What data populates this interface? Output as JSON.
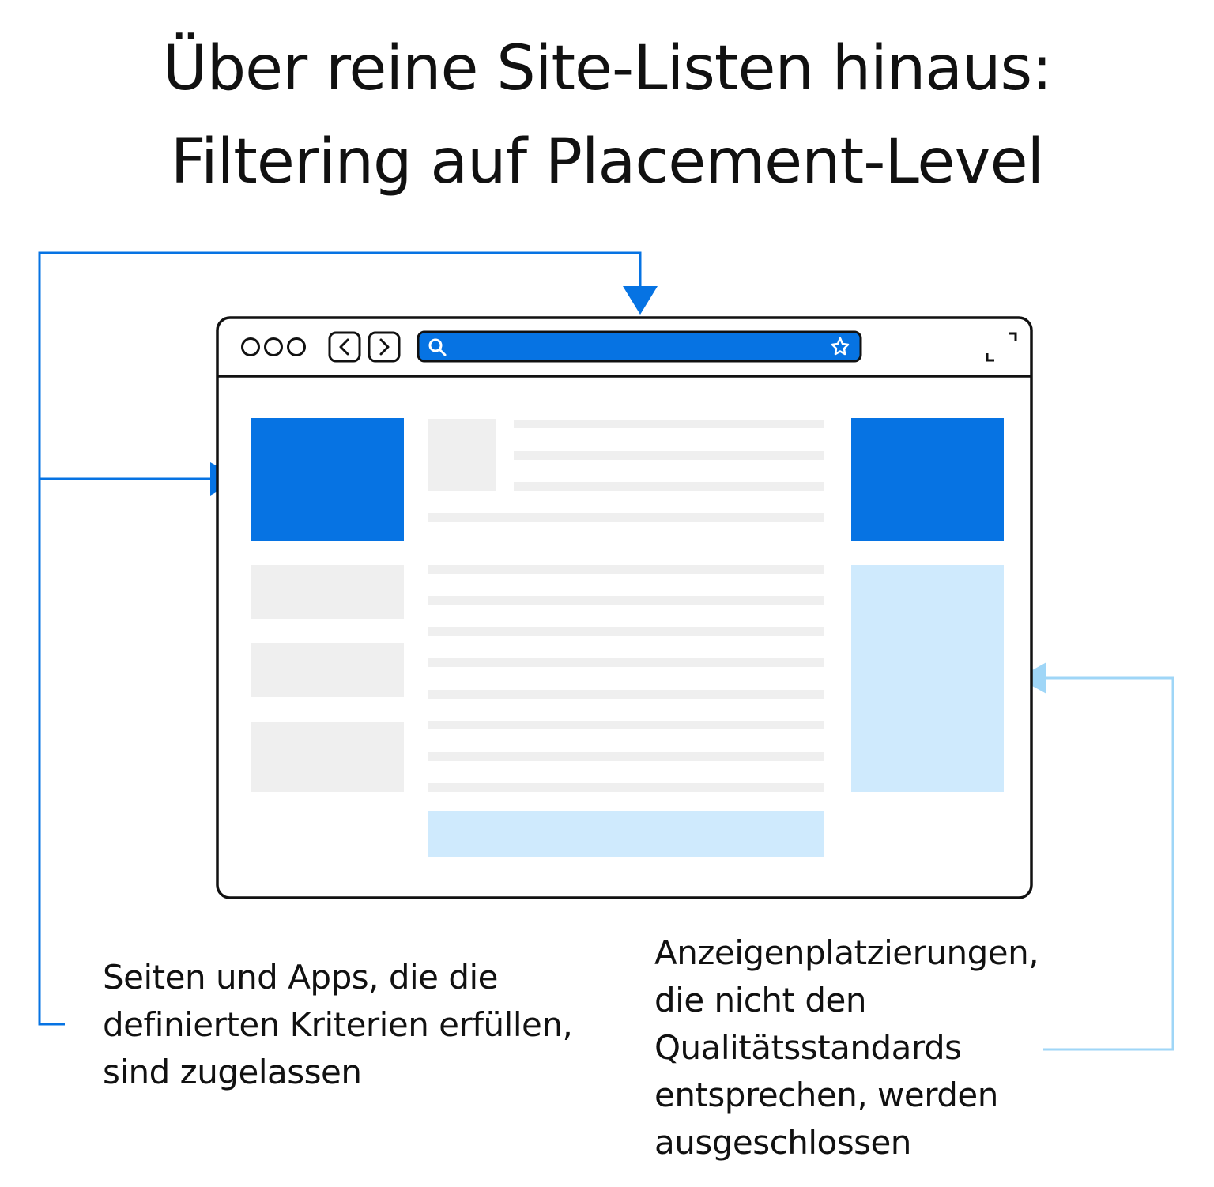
{
  "title": {
    "line1": "Über reine Site-Listen hinaus:",
    "line2": "Filtering auf Placement-Level"
  },
  "captions": {
    "allowed": {
      "lines": [
        "Seiten und Apps, die die",
        "definierten Kriterien erfüllen,",
        "sind zugelassen"
      ]
    },
    "excluded": {
      "lines": [
        "Anzeigenplatzierungen,",
        "die nicht den",
        "Qualitätsstandards",
        "entsprechen, werden",
        "ausgeschlossen"
      ]
    }
  },
  "browser": {
    "window_controls": [
      "circle",
      "circle",
      "circle"
    ],
    "nav_icons": [
      "back-arrow-icon",
      "forward-arrow-icon"
    ],
    "address_bar_icons": [
      "search-icon",
      "star-icon"
    ],
    "corner_icon": "expand-icon"
  },
  "colors": {
    "accent": "#0673e3",
    "accent_light": "#cfeafd",
    "connector_light": "#9fd6f7",
    "placeholder": "#efefef",
    "outline": "#111111"
  }
}
